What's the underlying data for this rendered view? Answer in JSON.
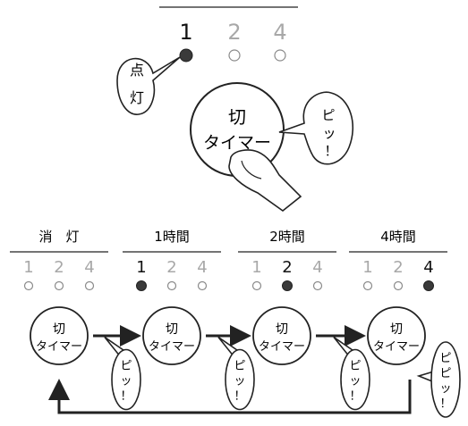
{
  "indicator_numbers": [
    "1",
    "2",
    "4"
  ],
  "top": {
    "lit_index": 0,
    "lit_label_chars": [
      "点",
      "灯"
    ],
    "button_lines": [
      "切",
      "タイマー"
    ],
    "beep_chars": [
      "ピ",
      "ッ",
      "！"
    ]
  },
  "states": [
    {
      "label": "消　灯",
      "lit_index": -1
    },
    {
      "label": "1時間",
      "lit_index": 0
    },
    {
      "label": "2時間",
      "lit_index": 1
    },
    {
      "label": "4時間",
      "lit_index": 2
    }
  ],
  "sequence": {
    "button_lines": [
      "切",
      "タイマー"
    ],
    "beeps": [
      {
        "chars": [
          "ピ",
          "ッ",
          "！"
        ]
      },
      {
        "chars": [
          "ピ",
          "ッ",
          "！"
        ]
      },
      {
        "chars": [
          "ピ",
          "ッ",
          "！"
        ]
      },
      {
        "chars": [
          "ピ",
          "ピ",
          "ッ",
          "！"
        ]
      }
    ]
  }
}
